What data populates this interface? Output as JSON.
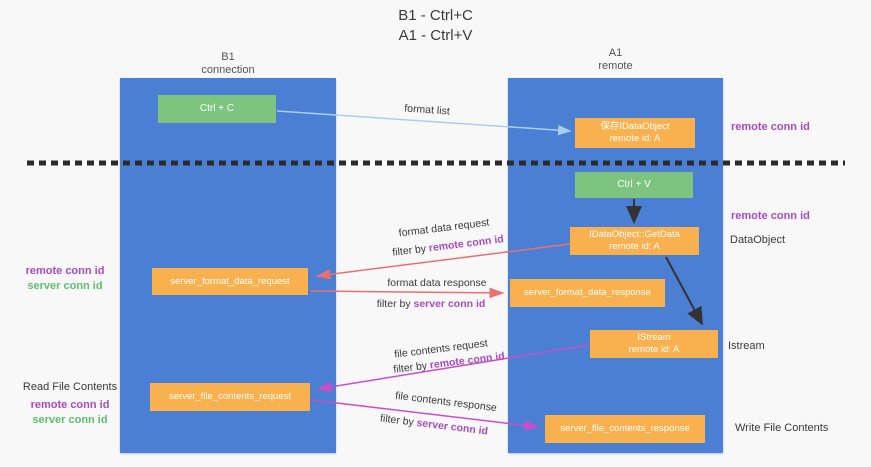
{
  "title": {
    "line1": "B1 - Ctrl+C",
    "line2": "A1 - Ctrl+V"
  },
  "columns": {
    "left": {
      "name": "B1",
      "role": "connection"
    },
    "right": {
      "name": "A1",
      "role": "remote"
    }
  },
  "boxes": {
    "ctrl_c": {
      "label": "Ctrl + C"
    },
    "ctrl_v": {
      "label": "Ctrl + V"
    },
    "save_dataobject": {
      "line1": "保存IDataObject",
      "line2": "remote id: A"
    },
    "getdata": {
      "line1": "IDataObject::GetData",
      "line2": "remote id: A"
    },
    "istream": {
      "line1": "IStream",
      "line2": "remote id: A"
    },
    "format_request": {
      "label": "server_format_data_request"
    },
    "format_response": {
      "label": "server_format_data_response"
    },
    "file_request": {
      "label": "server_file_contents_request"
    },
    "file_response": {
      "label": "server_file_contents_response"
    }
  },
  "side_labels": {
    "remote_conn_id": "remote conn id",
    "server_conn_id": "server conn id",
    "dataobject": "DataObject",
    "istream": "Istream",
    "read_file_contents": "Read File Contents",
    "write_file_contents": "Write File Contents"
  },
  "flow_labels": {
    "format_list": "format list",
    "format_data_request": "format data request",
    "format_data_response": "format data response",
    "file_contents_request": "file contents request",
    "file_contents_response": "file contents response",
    "filter_by": "filter by",
    "remote_conn_id": "remote conn id",
    "server_conn_id": "server conn id"
  },
  "colors": {
    "bg": "#f8f8f9",
    "panel": "#4a7fd3",
    "orange": "#f9b04e",
    "green_box": "#7cc47f",
    "purple": "#a64bc0",
    "green_text": "#5fbd6d",
    "dark": "#3a3a3a",
    "divider": "#2b2b2b",
    "arrow_blue": "#a9cff0",
    "arrow_red": "#e87070",
    "arrow_magenta": "#c84fc8",
    "arrow_black": "#333333"
  }
}
